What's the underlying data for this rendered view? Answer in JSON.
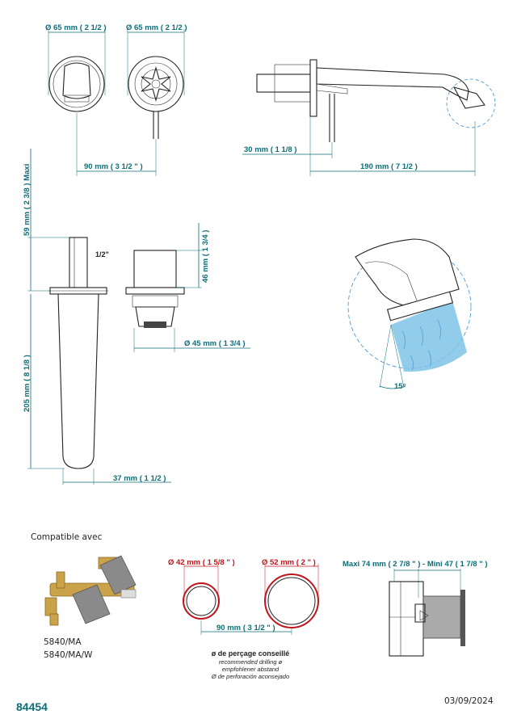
{
  "dimensions": {
    "diam_front_1": "Ø 65 mm ( 2 1/2 )",
    "diam_front_2": "Ø 65 mm ( 2 1/2 )",
    "handle_spacing": "90 mm ( 3 1/2 \" )",
    "wall_offset": "30 mm ( 1 1/8 )",
    "spout_reach": "190 mm ( 7 1/2 )",
    "max_depth_vertical": "59 mm ( 2 3/8 )  Maxi",
    "thread_size": "1/2\"",
    "nut_height": "46 mm ( 1 3/4 )",
    "nut_diameter": "Ø 45 mm ( 1 3/4 )",
    "body_length": "205 mm ( 8 1/8 )",
    "body_width": "37 mm ( 1 1/2 )",
    "spray_angle": "15°"
  },
  "compatible": {
    "title": "Compatible avec",
    "models": [
      "5840/MA",
      "5840/MA/W"
    ]
  },
  "drilling": {
    "min_diameter": "Ø 42 mm ( 1 5/8 \" )",
    "max_diameter": "Ø 52 mm ( 2 \" )",
    "spacing": "90 mm ( 3 1/2 \" )",
    "title": "ø de perçage conseillé",
    "lines": [
      "recommended drilling ø",
      "empfohlener abstand",
      "Ø de perforación aconsejado"
    ]
  },
  "wall_range": {
    "label": "Maxi  74 mm ( 2 7/8 \" )  - Mini 47 ( 1 7/8 \" )"
  },
  "footer": {
    "reference": "84454",
    "date": "03/09/2024"
  },
  "colors": {
    "dimension": "#0b6e78",
    "drilling_red": "#c0141c",
    "water_blue": "#7ec3e8",
    "body_gold": "#c9a24a",
    "cap_grey": "#8a8a8a"
  }
}
